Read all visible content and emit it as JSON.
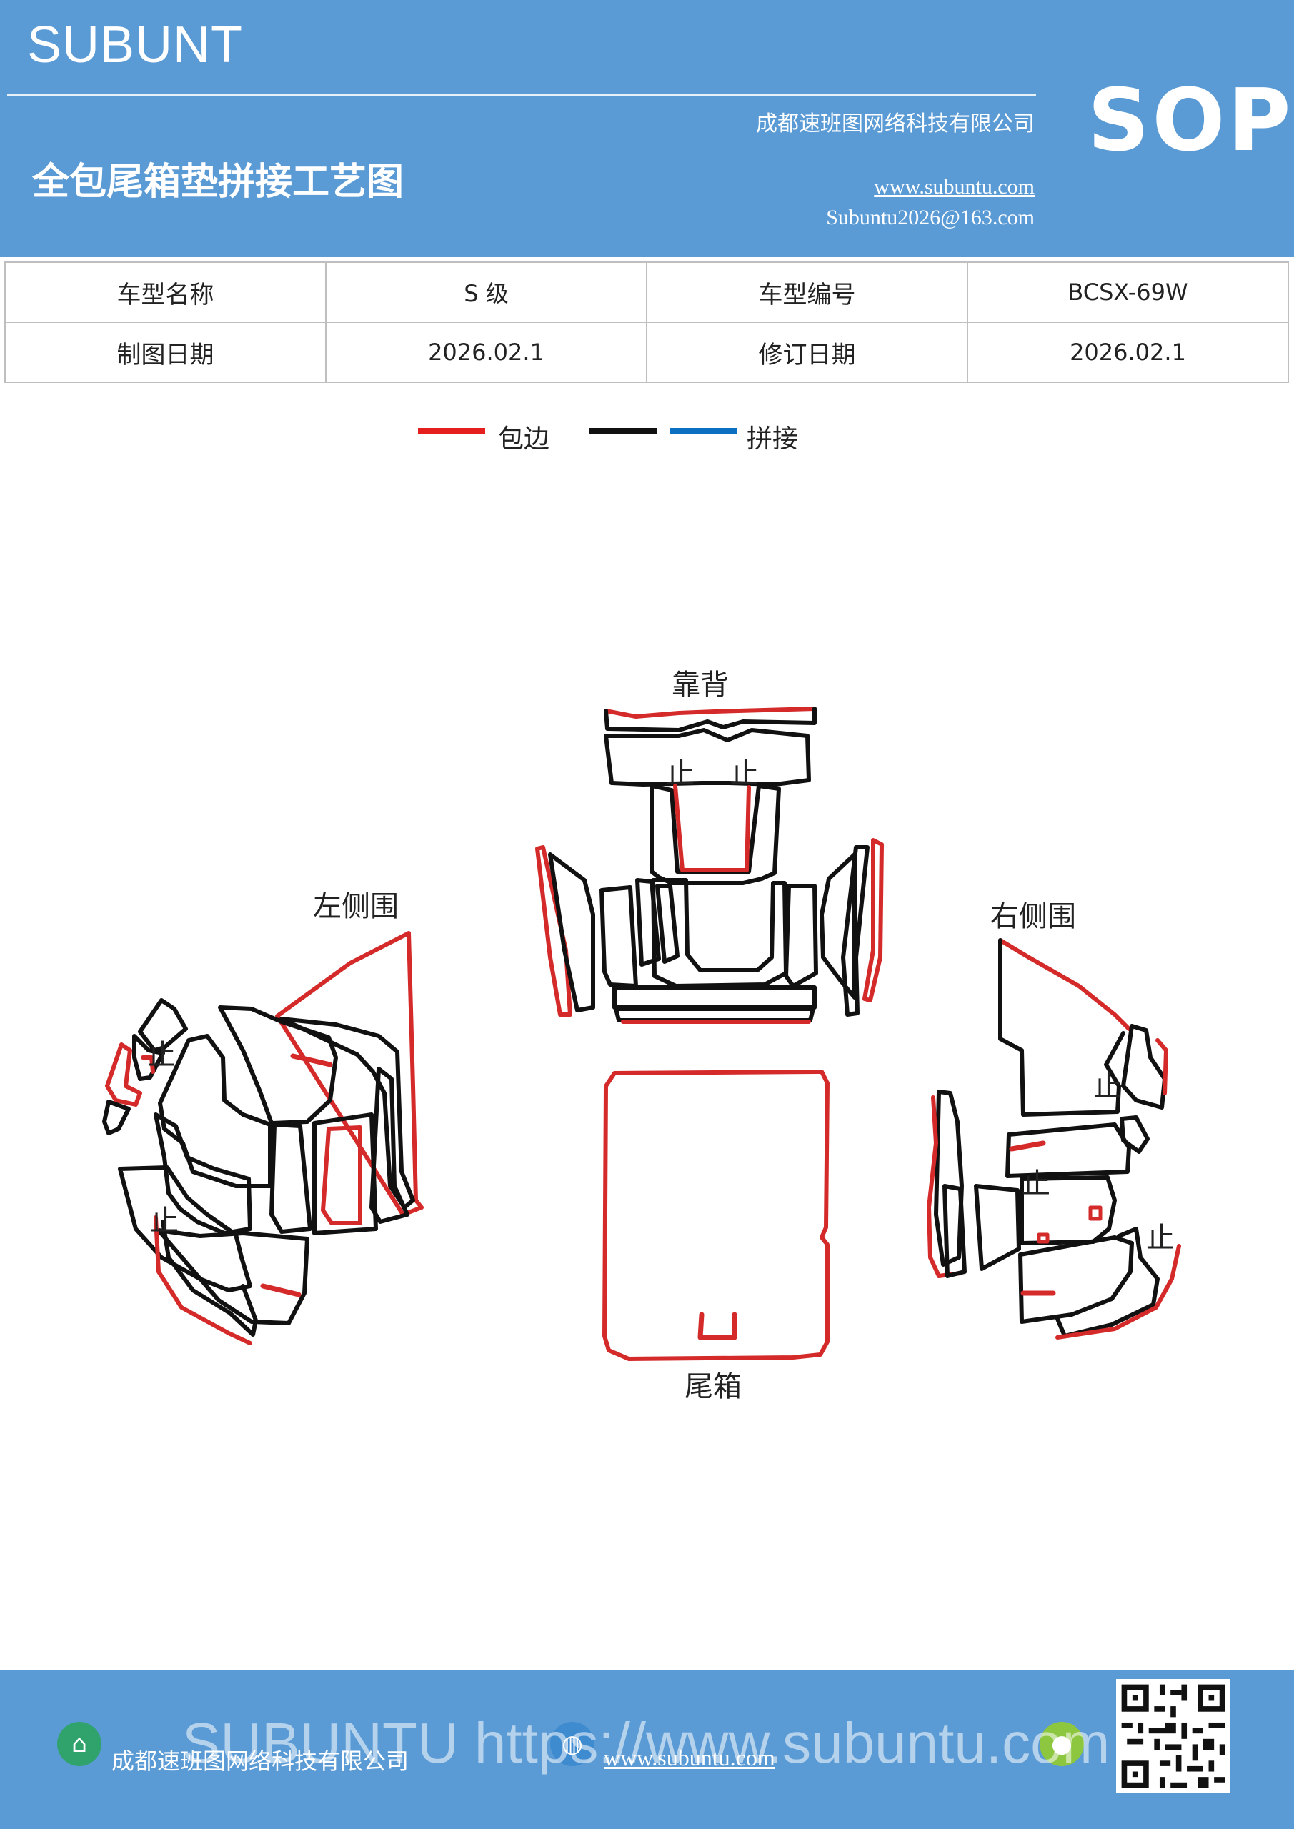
{
  "header": {
    "brand": "SUBUNT",
    "title": "全包尾箱垫拼接工艺图",
    "company": "成都速班图网络科技有限公司",
    "website": "www.subuntu.com",
    "email": "Subuntu2026@163.com",
    "badge": "SOP"
  },
  "info_table": {
    "rows": [
      [
        "车型名称",
        "S 级",
        "车型编号",
        "BCSX-69W"
      ],
      [
        "制图日期",
        "2026.02.1",
        "修订日期",
        "2026.02.1"
      ]
    ]
  },
  "legend": {
    "items": [
      {
        "label": "包边",
        "color": "#e51e1e"
      },
      {
        "label": "",
        "color": "#111111"
      },
      {
        "label": "拼接",
        "color": "#0b6fc2"
      }
    ]
  },
  "diagram": {
    "labels": {
      "backrest": "靠背",
      "left_side": "左侧围",
      "right_side": "右侧围",
      "trunk": "尾箱"
    },
    "stop_mark": "止",
    "colors": {
      "edge": "#d42a2a",
      "line": "#111111",
      "seam": "#0b6fc2"
    }
  },
  "footer": {
    "company": "成都速班图网络科技有限公司",
    "website": "www.subuntu.com",
    "watermark": "SUBUNTU https://www.subuntu.com"
  }
}
